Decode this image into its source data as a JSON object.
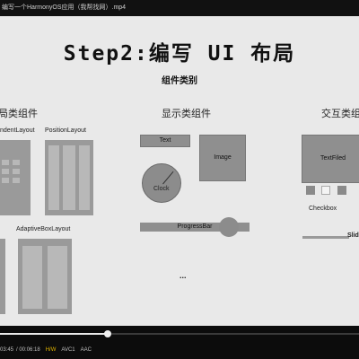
{
  "player": {
    "window_title": "编写一个HarmonyOS应用（我帮找网）.mp4",
    "current_time": "03:45",
    "total_time": "/ 00:06:18",
    "decoder": "H/W",
    "video_codec": "AVC1",
    "audio_codec": "AAC",
    "progress_fraction": 0.3
  },
  "slide": {
    "title": "Step2:编写 UI 布局",
    "subtitle": "组件类别",
    "layout_col": {
      "heading": "局类组件",
      "dependent_label": "ndentLayout",
      "position_label": "PositionLayout",
      "adaptive_label": "AdaptiveBoxLayout"
    },
    "display_col": {
      "heading": "显示类组件",
      "text_label": "Text",
      "image_label": "Image",
      "clock_label": "Clock",
      "progress_label": "ProgressBar",
      "ellipsis": "..."
    },
    "interactive_col": {
      "heading": "交互类组",
      "textfield_label": "TextFiled",
      "checkbox_label": "Checkbox",
      "slider_label": "Slid"
    }
  }
}
